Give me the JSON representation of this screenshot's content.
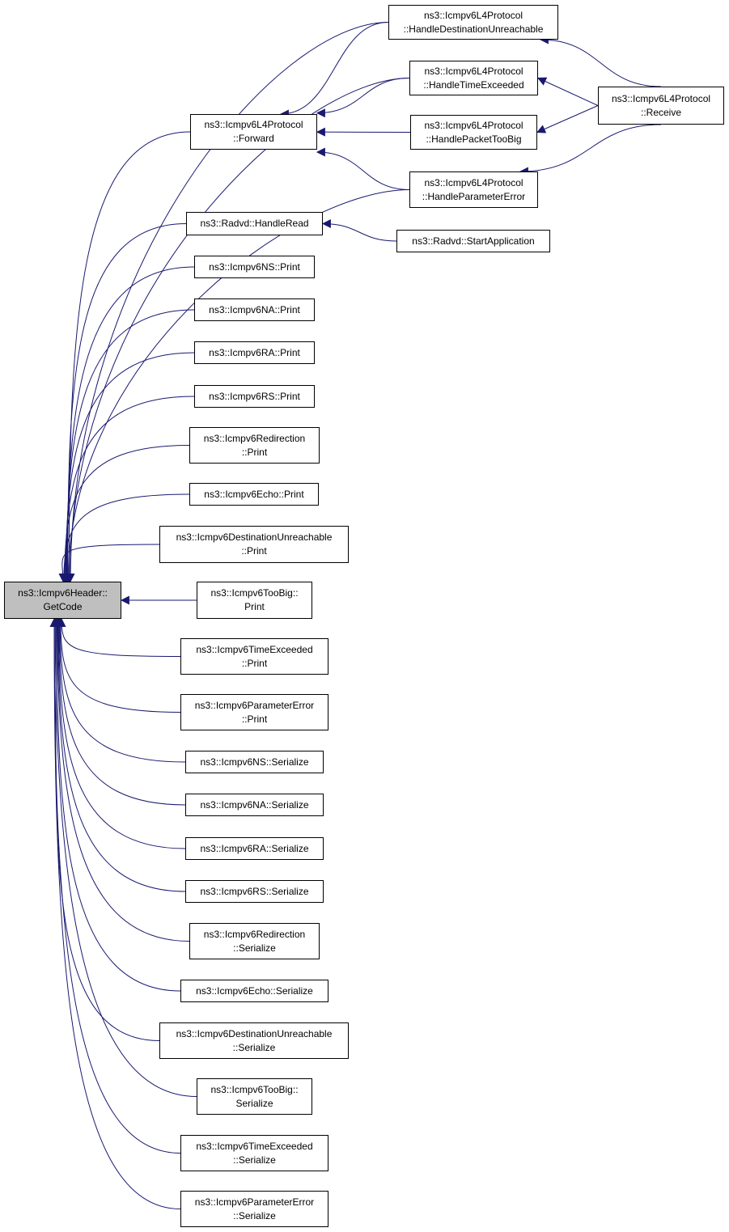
{
  "colors": {
    "edge": "#191970",
    "root_fill": "#bfbfbf",
    "node_fill": "#ffffff",
    "border": "#000000"
  },
  "nodes": {
    "root": [
      "ns3::Icmpv6Header::",
      "GetCode"
    ],
    "destUnreach": [
      "ns3::Icmpv6L4Protocol",
      "::HandleDestinationUnreachable"
    ],
    "timeExc": [
      "ns3::Icmpv6L4Protocol",
      "::HandleTimeExceeded"
    ],
    "receive": [
      "ns3::Icmpv6L4Protocol",
      "::Receive"
    ],
    "forward": [
      "ns3::Icmpv6L4Protocol",
      "::Forward"
    ],
    "tooBig": [
      "ns3::Icmpv6L4Protocol",
      "::HandlePacketTooBig"
    ],
    "paramErr": [
      "ns3::Icmpv6L4Protocol",
      "::HandleParameterError"
    ],
    "handleRead": [
      "ns3::Radvd::HandleRead"
    ],
    "startApp": [
      "ns3::Radvd::StartApplication"
    ],
    "nsPrint": [
      "ns3::Icmpv6NS::Print"
    ],
    "naPrint": [
      "ns3::Icmpv6NA::Print"
    ],
    "raPrint": [
      "ns3::Icmpv6RA::Print"
    ],
    "rsPrint": [
      "ns3::Icmpv6RS::Print"
    ],
    "redirPrint": [
      "ns3::Icmpv6Redirection",
      "::Print"
    ],
    "echoPrint": [
      "ns3::Icmpv6Echo::Print"
    ],
    "duPrint": [
      "ns3::Icmpv6DestinationUnreachable",
      "::Print"
    ],
    "tbPrint": [
      "ns3::Icmpv6TooBig::",
      "Print"
    ],
    "tePrint": [
      "ns3::Icmpv6TimeExceeded",
      "::Print"
    ],
    "pePrint": [
      "ns3::Icmpv6ParameterError",
      "::Print"
    ],
    "nsSer": [
      "ns3::Icmpv6NS::Serialize"
    ],
    "naSer": [
      "ns3::Icmpv6NA::Serialize"
    ],
    "raSer": [
      "ns3::Icmpv6RA::Serialize"
    ],
    "rsSer": [
      "ns3::Icmpv6RS::Serialize"
    ],
    "redirSer": [
      "ns3::Icmpv6Redirection",
      "::Serialize"
    ],
    "echoSer": [
      "ns3::Icmpv6Echo::Serialize"
    ],
    "duSer": [
      "ns3::Icmpv6DestinationUnreachable",
      "::Serialize"
    ],
    "tbSer": [
      "ns3::Icmpv6TooBig::",
      "Serialize"
    ],
    "teSer": [
      "ns3::Icmpv6TimeExceeded",
      "::Serialize"
    ],
    "peSer": [
      "ns3::Icmpv6ParameterError",
      "::Serialize"
    ]
  },
  "edges": [
    [
      "destUnreach",
      "root"
    ],
    [
      "timeExc",
      "root"
    ],
    [
      "forward",
      "root"
    ],
    [
      "paramErr",
      "root"
    ],
    [
      "handleRead",
      "root"
    ],
    [
      "nsPrint",
      "root"
    ],
    [
      "naPrint",
      "root"
    ],
    [
      "raPrint",
      "root"
    ],
    [
      "rsPrint",
      "root"
    ],
    [
      "redirPrint",
      "root"
    ],
    [
      "echoPrint",
      "root"
    ],
    [
      "duPrint",
      "root"
    ],
    [
      "tbPrint",
      "root"
    ],
    [
      "tePrint",
      "root"
    ],
    [
      "pePrint",
      "root"
    ],
    [
      "nsSer",
      "root"
    ],
    [
      "naSer",
      "root"
    ],
    [
      "raSer",
      "root"
    ],
    [
      "rsSer",
      "root"
    ],
    [
      "redirSer",
      "root"
    ],
    [
      "echoSer",
      "root"
    ],
    [
      "duSer",
      "root"
    ],
    [
      "tbSer",
      "root"
    ],
    [
      "teSer",
      "root"
    ],
    [
      "peSer",
      "root"
    ],
    [
      "destUnreach",
      "forward"
    ],
    [
      "timeExc",
      "forward"
    ],
    [
      "tooBig",
      "forward"
    ],
    [
      "paramErr",
      "forward"
    ],
    [
      "receive",
      "destUnreach"
    ],
    [
      "receive",
      "timeExc"
    ],
    [
      "receive",
      "tooBig"
    ],
    [
      "receive",
      "paramErr"
    ],
    [
      "startApp",
      "handleRead"
    ]
  ]
}
